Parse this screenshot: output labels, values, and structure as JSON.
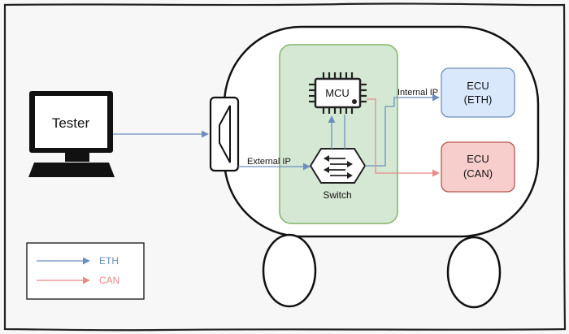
{
  "diagram": {
    "tester": {
      "label": "Tester"
    },
    "mcu": {
      "label": "MCU"
    },
    "switch": {
      "label": "Switch"
    },
    "ecu_eth": {
      "line1": "ECU",
      "line2": "(ETH)"
    },
    "ecu_can": {
      "line1": "ECU",
      "line2": "(CAN)"
    },
    "connections": {
      "external_ip": "External IP",
      "internal_ip": "Internal IP"
    },
    "legend": {
      "eth": "ETH",
      "can": "CAN"
    },
    "colors": {
      "eth": "#6c8ebf",
      "can": "#e88a8a",
      "gateway_fill": "#d5e8d4",
      "gateway_stroke": "#82b366",
      "ecu_eth_fill": "#dae8fc",
      "ecu_eth_stroke": "#6c8ebf",
      "ecu_can_fill": "#f8cecc",
      "ecu_can_stroke": "#b85450"
    }
  }
}
